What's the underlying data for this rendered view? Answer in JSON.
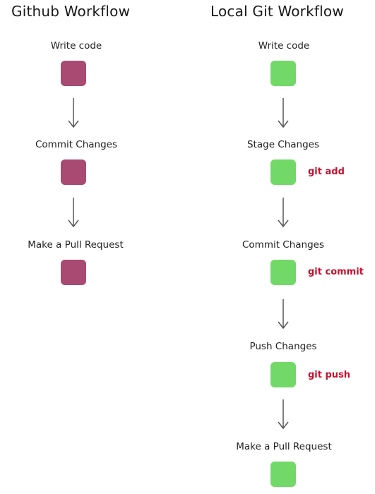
{
  "colors": {
    "github_box": "#a84a72",
    "local_box": "#72d968",
    "command_text": "#c8102e"
  },
  "github": {
    "title": "Github Workflow",
    "steps": [
      {
        "label": "Write code"
      },
      {
        "label": "Commit Changes"
      },
      {
        "label": "Make a Pull Request"
      }
    ]
  },
  "local": {
    "title": "Local Git Workflow",
    "steps": [
      {
        "label": "Write code",
        "command": ""
      },
      {
        "label": "Stage Changes",
        "command": "git add"
      },
      {
        "label": "Commit Changes",
        "command": "git commit"
      },
      {
        "label": "Push Changes",
        "command": "git push"
      },
      {
        "label": "Make a Pull Request",
        "command": ""
      }
    ]
  }
}
